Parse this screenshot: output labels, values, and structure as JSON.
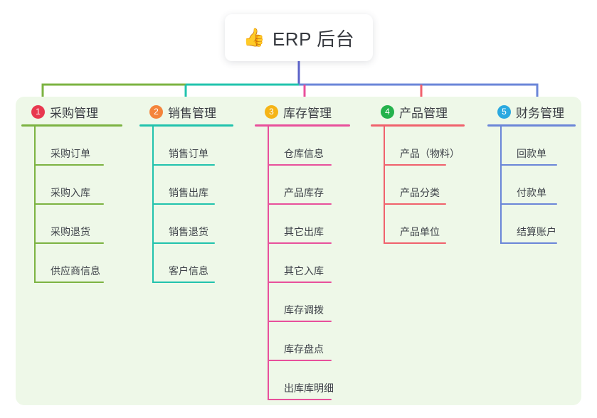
{
  "diagram": {
    "type": "mind-map",
    "root": {
      "icon": "thumbs-up-icon",
      "icon_glyph": "👍",
      "title": "ERP 后台"
    },
    "palette": {
      "panel_background": "#eef8e8",
      "page_background": "#ffffff",
      "root_stem": "#5b62c8",
      "text": "#3b3f45"
    },
    "branches": [
      {
        "number": "1",
        "title": "采购管理",
        "badge_color": "#e8384f",
        "line_color": "#7cb342",
        "items": [
          {
            "label": "采购订单"
          },
          {
            "label": "采购入库"
          },
          {
            "label": "采购退货"
          },
          {
            "label": "供应商信息"
          }
        ]
      },
      {
        "number": "2",
        "title": "销售管理",
        "badge_color": "#f4843b",
        "line_color": "#21c3ad",
        "items": [
          {
            "label": "销售订单"
          },
          {
            "label": "销售出库"
          },
          {
            "label": "销售退货"
          },
          {
            "label": "客户信息"
          }
        ]
      },
      {
        "number": "3",
        "title": "库存管理",
        "badge_color": "#f5b416",
        "line_color": "#e8509b",
        "items": [
          {
            "label": "仓库信息"
          },
          {
            "label": "产品库存"
          },
          {
            "label": "其它出库"
          },
          {
            "label": "其它入库"
          },
          {
            "label": "库存调拨"
          },
          {
            "label": "库存盘点"
          },
          {
            "label": "出库库明细"
          }
        ]
      },
      {
        "number": "4",
        "title": "产品管理",
        "badge_color": "#24b24c",
        "line_color": "#f0616c",
        "items": [
          {
            "label": "产品（物料）"
          },
          {
            "label": "产品分类"
          },
          {
            "label": "产品单位"
          }
        ]
      },
      {
        "number": "5",
        "title": "财务管理",
        "badge_color": "#2aa9e0",
        "line_color": "#6b86d8",
        "items": [
          {
            "label": "回款单"
          },
          {
            "label": "付款单"
          },
          {
            "label": "结算账户"
          }
        ]
      }
    ]
  }
}
